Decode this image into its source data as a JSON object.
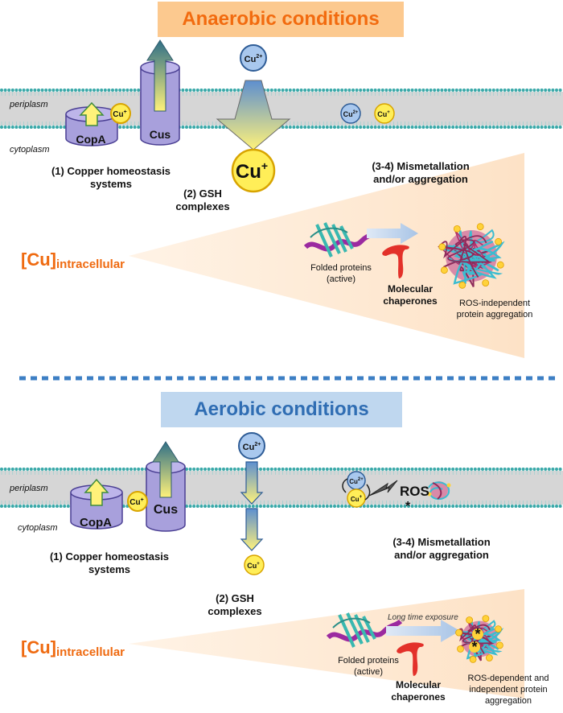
{
  "panels": [
    {
      "title": "Anaerobic conditions",
      "periplasm": "periplasm",
      "cytoplasm": "cytoplasm",
      "copa": "CopA",
      "cus": "Cus",
      "cu_plus": "Cu",
      "cu_plus_sup": "+",
      "cu_2plus": "Cu",
      "cu_2plus_sup": "2+",
      "step1": [
        "(1) Copper homeostasis",
        "systems"
      ],
      "step2": [
        "(2) GSH",
        "complexes"
      ],
      "step34": [
        "(3-4) Mismetallation",
        "and/or aggregation"
      ],
      "cu_intracellular_bracket": "[Cu]",
      "cu_intracellular_sub": "intracellular",
      "folded": [
        "Folded proteins",
        "(active)"
      ],
      "chaperones": [
        "Molecular",
        "chaperones"
      ],
      "aggregation": [
        "ROS-independent",
        "protein aggregation"
      ]
    },
    {
      "title": "Aerobic conditions",
      "periplasm": "periplasm",
      "cytoplasm": "cytoplasm",
      "copa": "CopA",
      "cus": "Cus",
      "cu_plus": "Cu",
      "cu_plus_sup": "+",
      "cu_2plus": "Cu",
      "cu_2plus_sup": "2+",
      "ros": "ROS",
      "ros_star": "*",
      "step1": [
        "(1) Copper homeostasis",
        "systems"
      ],
      "step2": [
        "(2) GSH",
        "complexes"
      ],
      "step34": [
        "(3-4) Mismetallation",
        "and/or aggregation"
      ],
      "cu_intracellular_bracket": "[Cu]",
      "cu_intracellular_sub": "intracellular",
      "long_exposure": "Long time exposure",
      "folded": [
        "Folded proteins",
        "(active)"
      ],
      "chaperones": [
        "Molecular",
        "chaperones"
      ],
      "aggregation": [
        "ROS-dependent and",
        "independent protein",
        "aggregation"
      ]
    }
  ],
  "colors": {
    "anaerobic_title_bg": "#fcc98f",
    "anaerobic_title_text": "#f26b0f",
    "aerobic_title_bg": "#bfd7ef",
    "aerobic_title_text": "#2f6db3",
    "membrane": "#d6d6d6",
    "lipid_head": "#38a8a8",
    "transporter": "#a8a0dc",
    "copper_ion": "#ffee58",
    "copper2_ion": "#a9c8ee",
    "cone": "#fde7cf",
    "divider": "#3d7fc4",
    "orange_text": "#ef6a10"
  }
}
